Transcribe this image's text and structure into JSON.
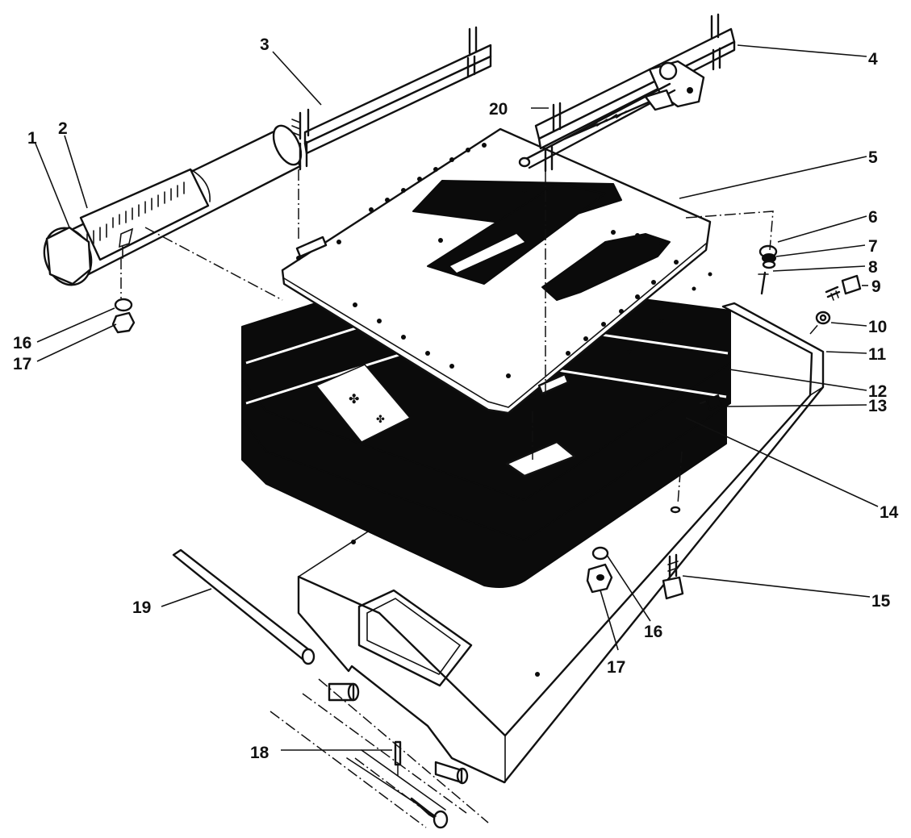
{
  "callouts": [
    {
      "id": "1",
      "label": "1"
    },
    {
      "id": "2",
      "label": "2"
    },
    {
      "id": "3",
      "label": "3"
    },
    {
      "id": "4",
      "label": "4"
    },
    {
      "id": "5",
      "label": "5"
    },
    {
      "id": "6",
      "label": "6"
    },
    {
      "id": "7",
      "label": "7"
    },
    {
      "id": "8",
      "label": "8"
    },
    {
      "id": "9",
      "label": "9"
    },
    {
      "id": "10",
      "label": "10"
    },
    {
      "id": "11",
      "label": "11"
    },
    {
      "id": "12",
      "label": "12"
    },
    {
      "id": "13",
      "label": "13"
    },
    {
      "id": "14",
      "label": "14"
    },
    {
      "id": "15",
      "label": "15"
    },
    {
      "id": "16a",
      "label": "16"
    },
    {
      "id": "17a",
      "label": "17"
    },
    {
      "id": "16b",
      "label": "16"
    },
    {
      "id": "17b",
      "label": "17"
    },
    {
      "id": "18",
      "label": "18"
    },
    {
      "id": "19",
      "label": "19"
    },
    {
      "id": "20",
      "label": "20"
    }
  ]
}
